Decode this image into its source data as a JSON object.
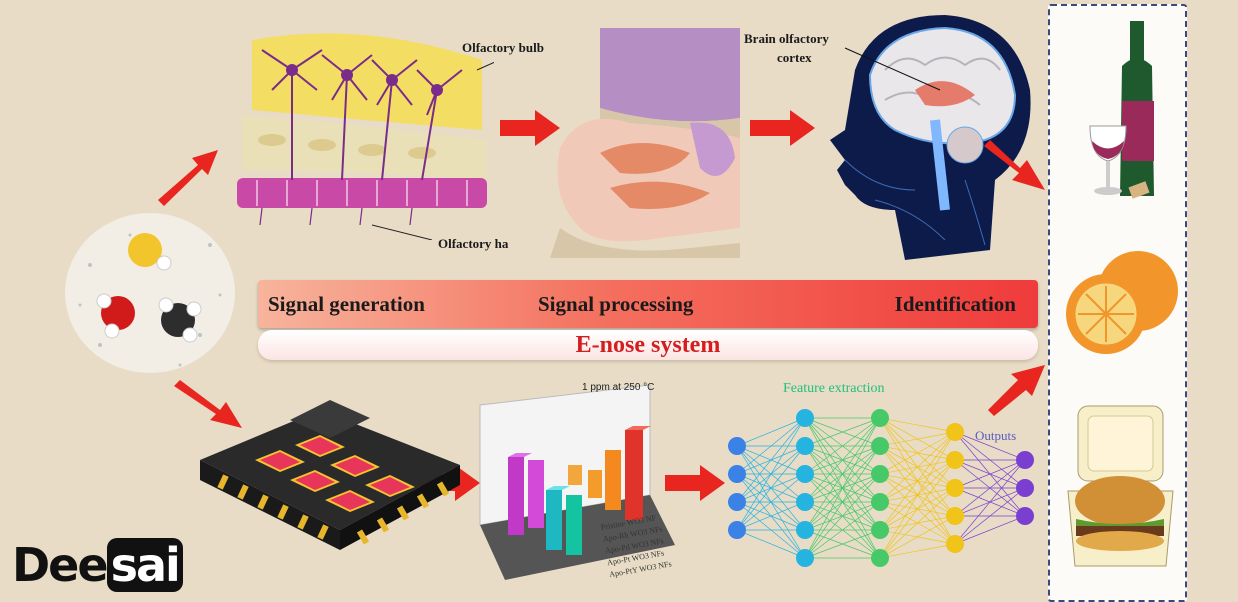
{
  "labels": {
    "olfactory_bulb": "Olfactory bulb",
    "olfactory_hair": "Olfactory ha",
    "brain_cortex_line1": "Brain olfactory",
    "brain_cortex_line2": "cortex",
    "feature_extraction": "Feature extraction",
    "outputs": "Outputs",
    "chart_title": "1 ppm at 250 °C"
  },
  "banner": {
    "signal_generation": "Signal generation",
    "signal_processing": "Signal processing",
    "identification": "Identification",
    "system": "E-nose system"
  },
  "sensor_labels": [
    "Pristine WO3 NF",
    "Apo-Rh WO3 NFs",
    "Apo-Pd WO3 NFs",
    "Apo-Pt WO3 NFs",
    "Apo-PtY WO3 NFs"
  ],
  "logo": {
    "text_a": "Dee",
    "text_b": "sai"
  },
  "colors": {
    "arrow": "#e8261f",
    "banner_end": "#ef3b3b",
    "system_text": "#d41e1e",
    "panel_border": "#3b4a7a"
  }
}
